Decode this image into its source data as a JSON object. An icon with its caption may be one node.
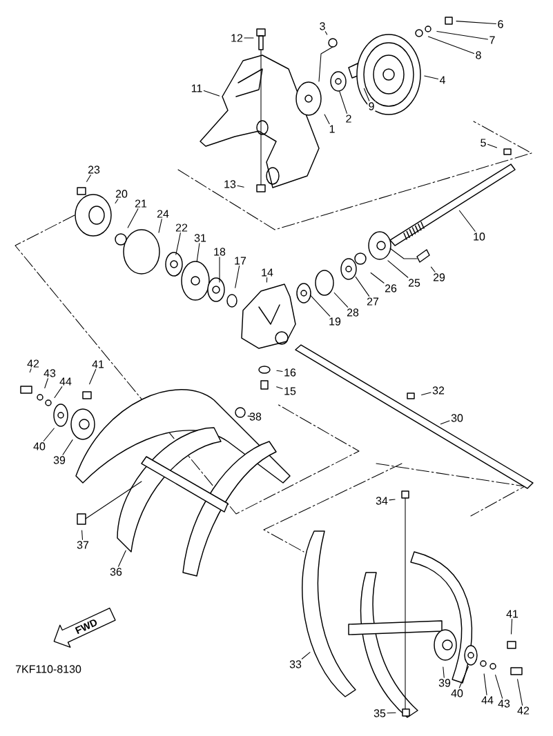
{
  "diagram": {
    "nodes": [
      {
        "text": [
          "12"
        ]
      },
      {
        "text": [
          "3"
        ]
      },
      {
        "text": [
          "6"
        ]
      },
      {
        "text": [
          "7"
        ]
      },
      {
        "text": [
          "8"
        ]
      },
      {
        "text": [
          "4"
        ]
      },
      {
        "text": [
          "11"
        ]
      },
      {
        "text": [
          "9"
        ]
      },
      {
        "text": [
          "2"
        ]
      },
      {
        "text": [
          "1"
        ]
      },
      {
        "text": [
          "5"
        ]
      },
      {
        "text": [
          "13"
        ]
      },
      {
        "text": [
          "10"
        ]
      },
      {
        "text": [
          "23"
        ]
      },
      {
        "text": [
          "20"
        ]
      },
      {
        "text": [
          "21"
        ]
      },
      {
        "text": [
          "24"
        ]
      },
      {
        "text": [
          "22"
        ]
      },
      {
        "text": [
          "31"
        ]
      },
      {
        "text": [
          "18"
        ]
      },
      {
        "text": [
          "17"
        ]
      },
      {
        "text": [
          "14"
        ]
      },
      {
        "text": [
          "29"
        ]
      },
      {
        "text": [
          "25"
        ]
      },
      {
        "text": [
          "26"
        ]
      },
      {
        "text": [
          "27"
        ]
      },
      {
        "text": [
          "28"
        ]
      },
      {
        "text": [
          "19"
        ]
      },
      {
        "text": [
          "16"
        ]
      },
      {
        "text": [
          "15"
        ]
      },
      {
        "text": [
          "32"
        ]
      },
      {
        "text": [
          "42"
        ]
      },
      {
        "text": [
          "43"
        ]
      },
      {
        "text": [
          "44"
        ]
      },
      {
        "text": [
          "41"
        ]
      },
      {
        "text": [
          "38"
        ]
      },
      {
        "text": [
          "40"
        ]
      },
      {
        "text": [
          "39"
        ]
      },
      {
        "text": [
          "30"
        ]
      },
      {
        "text": [
          "37"
        ]
      },
      {
        "text": [
          "36"
        ]
      },
      {
        "text": [
          "34"
        ]
      },
      {
        "text": [
          "33"
        ]
      },
      {
        "text": [
          "41"
        ]
      },
      {
        "text": [
          "39"
        ]
      },
      {
        "text": [
          "40"
        ]
      },
      {
        "text": [
          "44"
        ]
      },
      {
        "text": [
          "43"
        ]
      },
      {
        "text": [
          "42"
        ]
      },
      {
        "text": [
          "35"
        ]
      },
      {
        "text": [
          "FWD"
        ]
      }
    ],
    "edges": [
      {
        "from": 0,
        "to": null,
        "arrow": "none"
      },
      {
        "from": 1,
        "to": null,
        "arrow": "none"
      },
      {
        "from": 2,
        "to": null,
        "arrow": "none"
      },
      {
        "from": 3,
        "to": null,
        "arrow": "none"
      },
      {
        "from": 4,
        "to": null,
        "arrow": "none"
      },
      {
        "from": 5,
        "to": null,
        "arrow": "none"
      },
      {
        "from": 6,
        "to": null,
        "arrow": "none"
      },
      {
        "from": 7,
        "to": null,
        "arrow": "none"
      },
      {
        "from": 8,
        "to": null,
        "arrow": "none"
      },
      {
        "from": 9,
        "to": null,
        "arrow": "none"
      },
      {
        "from": 10,
        "to": null,
        "arrow": "none"
      },
      {
        "from": 11,
        "to": null,
        "arrow": "none"
      },
      {
        "from": 12,
        "to": null,
        "arrow": "none"
      },
      {
        "from": 13,
        "to": null,
        "arrow": "none"
      },
      {
        "from": 14,
        "to": null,
        "arrow": "none"
      },
      {
        "from": 15,
        "to": null,
        "arrow": "none"
      },
      {
        "from": 16,
        "to": null,
        "arrow": "none"
      },
      {
        "from": 17,
        "to": null,
        "arrow": "none"
      },
      {
        "from": 18,
        "to": null,
        "arrow": "none"
      },
      {
        "from": 19,
        "to": null,
        "arrow": "none"
      },
      {
        "from": 20,
        "to": null,
        "arrow": "none"
      },
      {
        "from": 21,
        "to": null,
        "arrow": "none"
      },
      {
        "from": 22,
        "to": null,
        "arrow": "none"
      },
      {
        "from": 23,
        "to": null,
        "arrow": "none"
      },
      {
        "from": 24,
        "to": null,
        "arrow": "none"
      },
      {
        "from": 25,
        "to": null,
        "arrow": "none"
      },
      {
        "from": 26,
        "to": null,
        "arrow": "none"
      },
      {
        "from": 27,
        "to": null,
        "arrow": "none"
      },
      {
        "from": 28,
        "to": null,
        "arrow": "none"
      },
      {
        "from": 29,
        "to": null,
        "arrow": "none"
      },
      {
        "from": 30,
        "to": null,
        "arrow": "none"
      },
      {
        "from": 31,
        "to": null,
        "arrow": "none"
      },
      {
        "from": 32,
        "to": null,
        "arrow": "none"
      },
      {
        "from": 33,
        "to": null,
        "arrow": "none"
      },
      {
        "from": 34,
        "to": null,
        "arrow": "none"
      },
      {
        "from": 35,
        "to": null,
        "arrow": "none"
      },
      {
        "from": 36,
        "to": null,
        "arrow": "none"
      },
      {
        "from": 37,
        "to": null,
        "arrow": "none"
      },
      {
        "from": 38,
        "to": null,
        "arrow": "none"
      },
      {
        "from": 39,
        "to": null,
        "arrow": "none"
      },
      {
        "from": 40,
        "to": null,
        "arrow": "none"
      },
      {
        "from": 41,
        "to": null,
        "arrow": "none"
      },
      {
        "from": 42,
        "to": null,
        "arrow": "none"
      },
      {
        "from": 43,
        "to": null,
        "arrow": "none"
      },
      {
        "from": 44,
        "to": null,
        "arrow": "none"
      },
      {
        "from": 45,
        "to": null,
        "arrow": "none"
      },
      {
        "from": 46,
        "to": null,
        "arrow": "none"
      },
      {
        "from": 47,
        "to": null,
        "arrow": "none"
      },
      {
        "from": 48,
        "to": null,
        "arrow": "none"
      },
      {
        "from": 49,
        "to": null,
        "arrow": "none"
      }
    ],
    "labels": [
      "7KF110-8130"
    ]
  }
}
